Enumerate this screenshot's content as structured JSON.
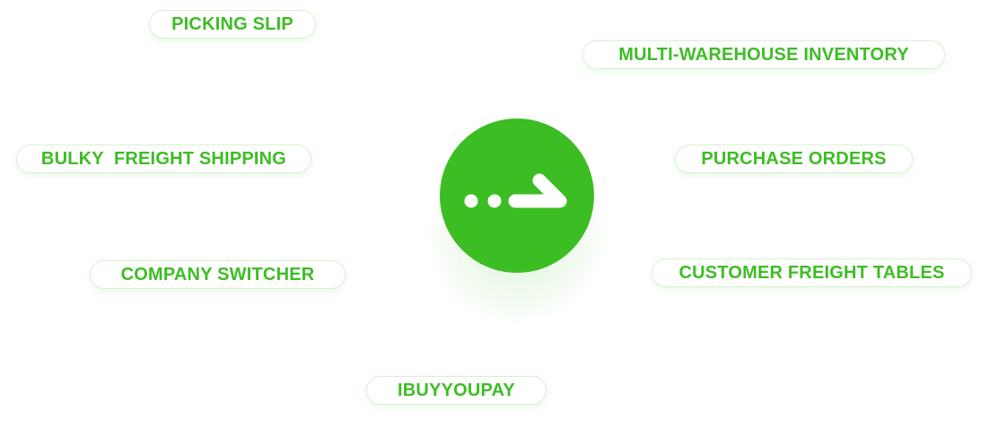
{
  "colors": {
    "accent": "#3dbd24",
    "pill_border": "#d9f0d2",
    "background": "#ffffff"
  },
  "hub": {
    "icon": "dots-arrow-logo-icon"
  },
  "pills": {
    "picking_slip": "PICKING SLIP",
    "multi_warehouse_inventory": "MULTI-WAREHOUSE INVENTORY",
    "bulky_freight_shipping": "BULKY  FREIGHT SHIPPING",
    "purchase_orders": "PURCHASE ORDERS",
    "company_switcher": "COMPANY SWITCHER",
    "customer_freight_tables": "CUSTOMER FREIGHT TABLES",
    "ibuyyoupay": "IBUYYOUPAY"
  }
}
